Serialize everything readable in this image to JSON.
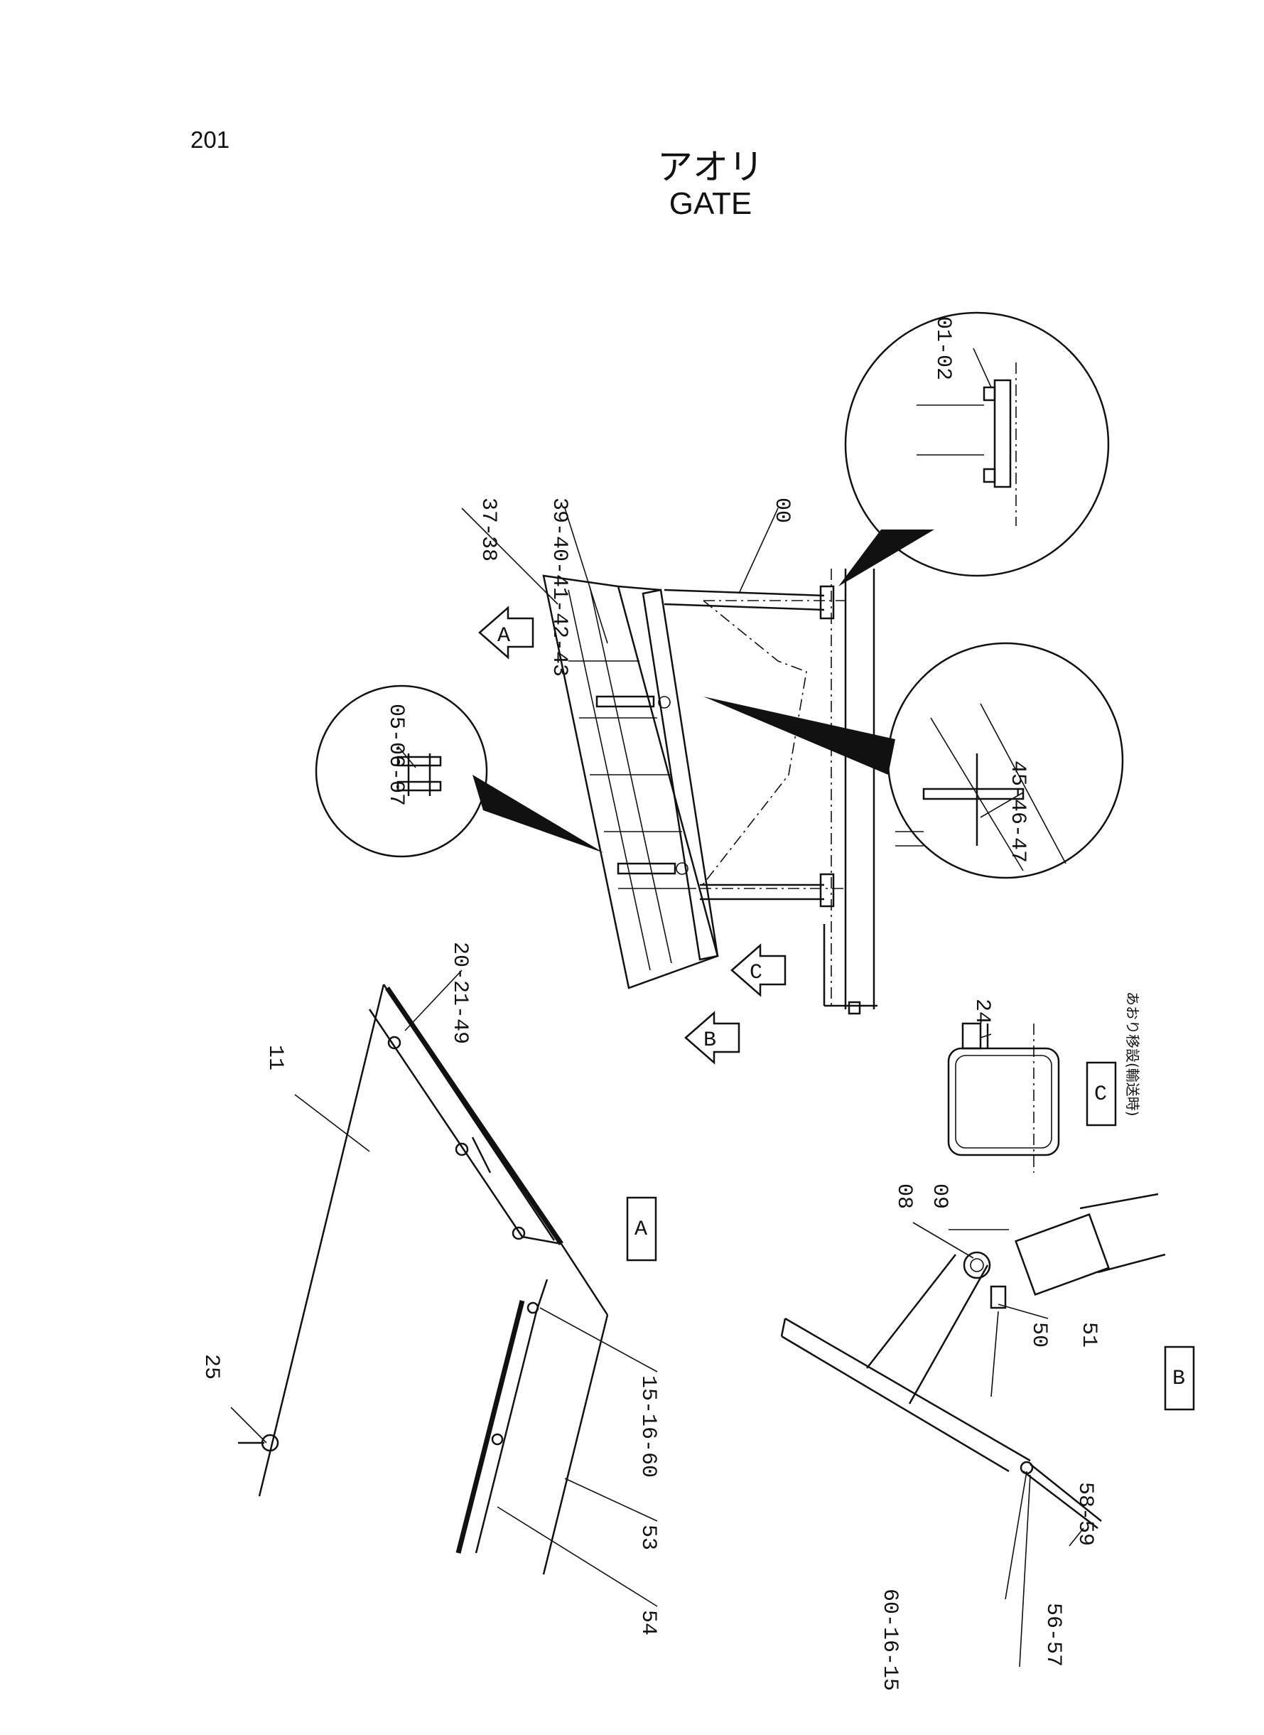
{
  "page_number": "201",
  "title_jp": "アオリ",
  "title_en": "GATE",
  "view_labels": {
    "A": "A",
    "B": "B",
    "C": "C",
    "caption_c": "あおり移設(輸送時)"
  },
  "callouts": {
    "c_00": "00",
    "c_01_02": "01-02",
    "c_05_07": "05-06-07",
    "c_08": "08",
    "c_09": "09",
    "c_11": "11",
    "c_15_60": "15-16-60",
    "c_20_49": "20-21-49",
    "c_24": "24",
    "c_25": "25",
    "c_37_38": "37-38",
    "c_39_43": "39-40-41-42-43",
    "c_45_47": "45-46-47",
    "c_50": "50",
    "c_51": "51",
    "c_53": "53",
    "c_54": "54",
    "c_56_57": "56-57",
    "c_58_59": "58-59",
    "c_60_15": "60-16-15"
  }
}
